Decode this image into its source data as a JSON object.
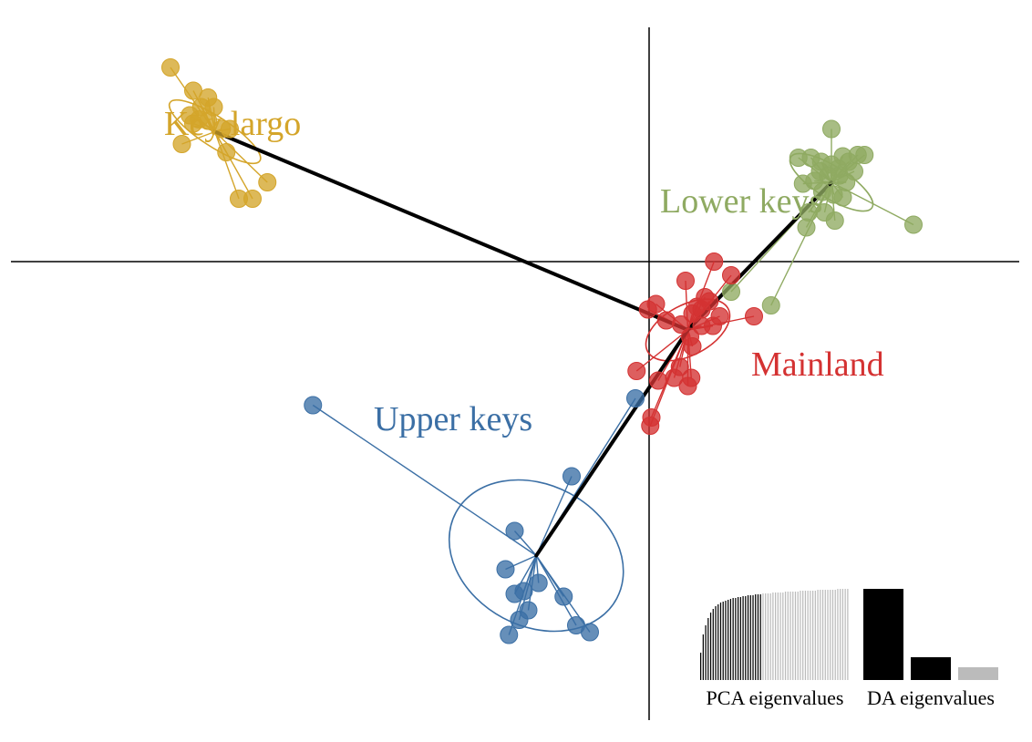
{
  "chart_data": {
    "type": "scatter",
    "description_method": "DAPC scatterplot with group ellipses, minimum spanning tree and eigenvalue insets",
    "axes": {
      "x_range": [
        -4.2,
        2.7
      ],
      "y_range": [
        -3.2,
        1.6
      ],
      "ticks": "none",
      "origin_lines": true
    },
    "tree_edges": [
      [
        "Key largo",
        "Mainland"
      ],
      [
        "Mainland",
        "Lower keys"
      ],
      [
        "Mainland",
        "Upper keys"
      ]
    ],
    "series": [
      {
        "name": "Key largo",
        "color": "#D4A52A",
        "centroid": [
          -3.81,
          0.95
        ],
        "ellipse": {
          "rx": 0.47,
          "ry": 0.13,
          "rotation_deg": 33
        },
        "points": [
          [
            -4.2,
            1.42
          ],
          [
            -4.0,
            1.25
          ],
          [
            -3.87,
            1.2
          ],
          [
            -3.93,
            1.13
          ],
          [
            -3.82,
            1.13
          ],
          [
            -4.03,
            1.07
          ],
          [
            -3.95,
            1.04
          ],
          [
            -3.87,
            1.03
          ],
          [
            -4.0,
            1.01
          ],
          [
            -3.75,
            0.97
          ],
          [
            -3.68,
            0.97
          ],
          [
            -4.1,
            0.86
          ],
          [
            -3.71,
            0.8
          ],
          [
            -3.35,
            0.58
          ],
          [
            -3.6,
            0.46
          ],
          [
            -3.48,
            0.46
          ]
        ]
      },
      {
        "name": "Lower keys",
        "color": "#8FAA62",
        "centroid": [
          1.6,
          0.58
        ],
        "ellipse": {
          "rx": 0.42,
          "ry": 0.14,
          "rotation_deg": 32
        },
        "points": [
          [
            1.6,
            0.97
          ],
          [
            1.31,
            0.76
          ],
          [
            1.42,
            0.76
          ],
          [
            1.51,
            0.73
          ],
          [
            1.7,
            0.77
          ],
          [
            1.83,
            0.78
          ],
          [
            1.89,
            0.78
          ],
          [
            1.75,
            0.73
          ],
          [
            1.6,
            0.71
          ],
          [
            1.66,
            0.68
          ],
          [
            1.5,
            0.66
          ],
          [
            1.8,
            0.66
          ],
          [
            1.35,
            0.57
          ],
          [
            1.45,
            0.59
          ],
          [
            1.57,
            0.63
          ],
          [
            1.67,
            0.63
          ],
          [
            1.73,
            0.58
          ],
          [
            1.52,
            0.51
          ],
          [
            1.62,
            0.49
          ],
          [
            1.7,
            0.47
          ],
          [
            1.4,
            0.36
          ],
          [
            1.54,
            0.36
          ],
          [
            1.63,
            0.3
          ],
          [
            1.38,
            0.25
          ],
          [
            2.32,
            0.27
          ],
          [
            0.72,
            -0.22
          ],
          [
            1.07,
            -0.32
          ]
        ]
      },
      {
        "name": "Mainland",
        "color": "#D43232",
        "centroid": [
          0.34,
          -0.5
        ],
        "ellipse": {
          "rx": 0.4,
          "ry": 0.22,
          "rotation_deg": -28
        },
        "points": [
          [
            0.57,
            -0.0
          ],
          [
            0.72,
            -0.1
          ],
          [
            0.32,
            -0.14
          ],
          [
            0.49,
            -0.26
          ],
          [
            0.53,
            -0.29
          ],
          [
            0.06,
            -0.31
          ],
          [
            0.42,
            -0.33
          ],
          [
            0.46,
            -0.35
          ],
          [
            -0.01,
            -0.35
          ],
          [
            0.38,
            -0.38
          ],
          [
            0.62,
            -0.4
          ],
          [
            0.92,
            -0.4
          ],
          [
            0.15,
            -0.43
          ],
          [
            0.28,
            -0.46
          ],
          [
            0.46,
            -0.47
          ],
          [
            0.56,
            -0.47
          ],
          [
            0.36,
            -0.55
          ],
          [
            0.38,
            -0.62
          ],
          [
            0.27,
            -0.77
          ],
          [
            0.08,
            -0.87
          ],
          [
            0.22,
            -0.85
          ],
          [
            0.37,
            -0.85
          ],
          [
            -0.11,
            -0.8
          ],
          [
            0.34,
            -0.91
          ],
          [
            0.02,
            -1.14
          ],
          [
            0.01,
            -1.2
          ]
        ]
      },
      {
        "name": "Upper keys",
        "color": "#3B6FA5",
        "centroid": [
          -0.99,
          -2.15
        ],
        "ellipse": {
          "rx": 0.8,
          "ry": 0.62,
          "rotation_deg": 28
        },
        "points": [
          [
            -0.12,
            -1.0
          ],
          [
            -2.95,
            -1.05
          ],
          [
            -0.68,
            -1.57
          ],
          [
            -1.18,
            -1.97
          ],
          [
            -1.26,
            -2.25
          ],
          [
            -0.97,
            -2.35
          ],
          [
            -1.1,
            -2.41
          ],
          [
            -1.18,
            -2.43
          ],
          [
            -0.75,
            -2.45
          ],
          [
            -1.06,
            -2.55
          ],
          [
            -1.14,
            -2.62
          ],
          [
            -0.64,
            -2.66
          ],
          [
            -0.52,
            -2.71
          ],
          [
            -1.23,
            -2.73
          ]
        ]
      }
    ],
    "insets": [
      {
        "label": "PCA eigenvalues",
        "type": "bar",
        "n_bars": 60,
        "n_retained": 25,
        "retained_color": "#000000",
        "other_color": "#BBBBBB",
        "values": [
          0.3,
          0.5,
          0.6,
          0.68,
          0.74,
          0.78,
          0.81,
          0.83,
          0.85,
          0.86,
          0.87,
          0.88,
          0.89,
          0.9,
          0.9,
          0.91,
          0.91,
          0.92,
          0.92,
          0.93,
          0.93,
          0.93,
          0.94,
          0.94,
          0.94,
          0.95,
          0.95,
          0.95,
          0.95,
          0.96,
          0.96,
          0.96,
          0.96,
          0.96,
          0.97,
          0.97,
          0.97,
          0.97,
          0.97,
          0.97,
          0.98,
          0.98,
          0.98,
          0.98,
          0.98,
          0.98,
          0.98,
          0.99,
          0.99,
          0.99,
          0.99,
          0.99,
          0.99,
          0.99,
          0.99,
          1.0,
          1.0,
          1.0,
          1.0,
          1.0
        ]
      },
      {
        "label": "DA eigenvalues",
        "type": "bar",
        "values": [
          1.0,
          0.25,
          0.14
        ],
        "colors": [
          "#000000",
          "#000000",
          "#BBBBBB"
        ]
      }
    ]
  }
}
